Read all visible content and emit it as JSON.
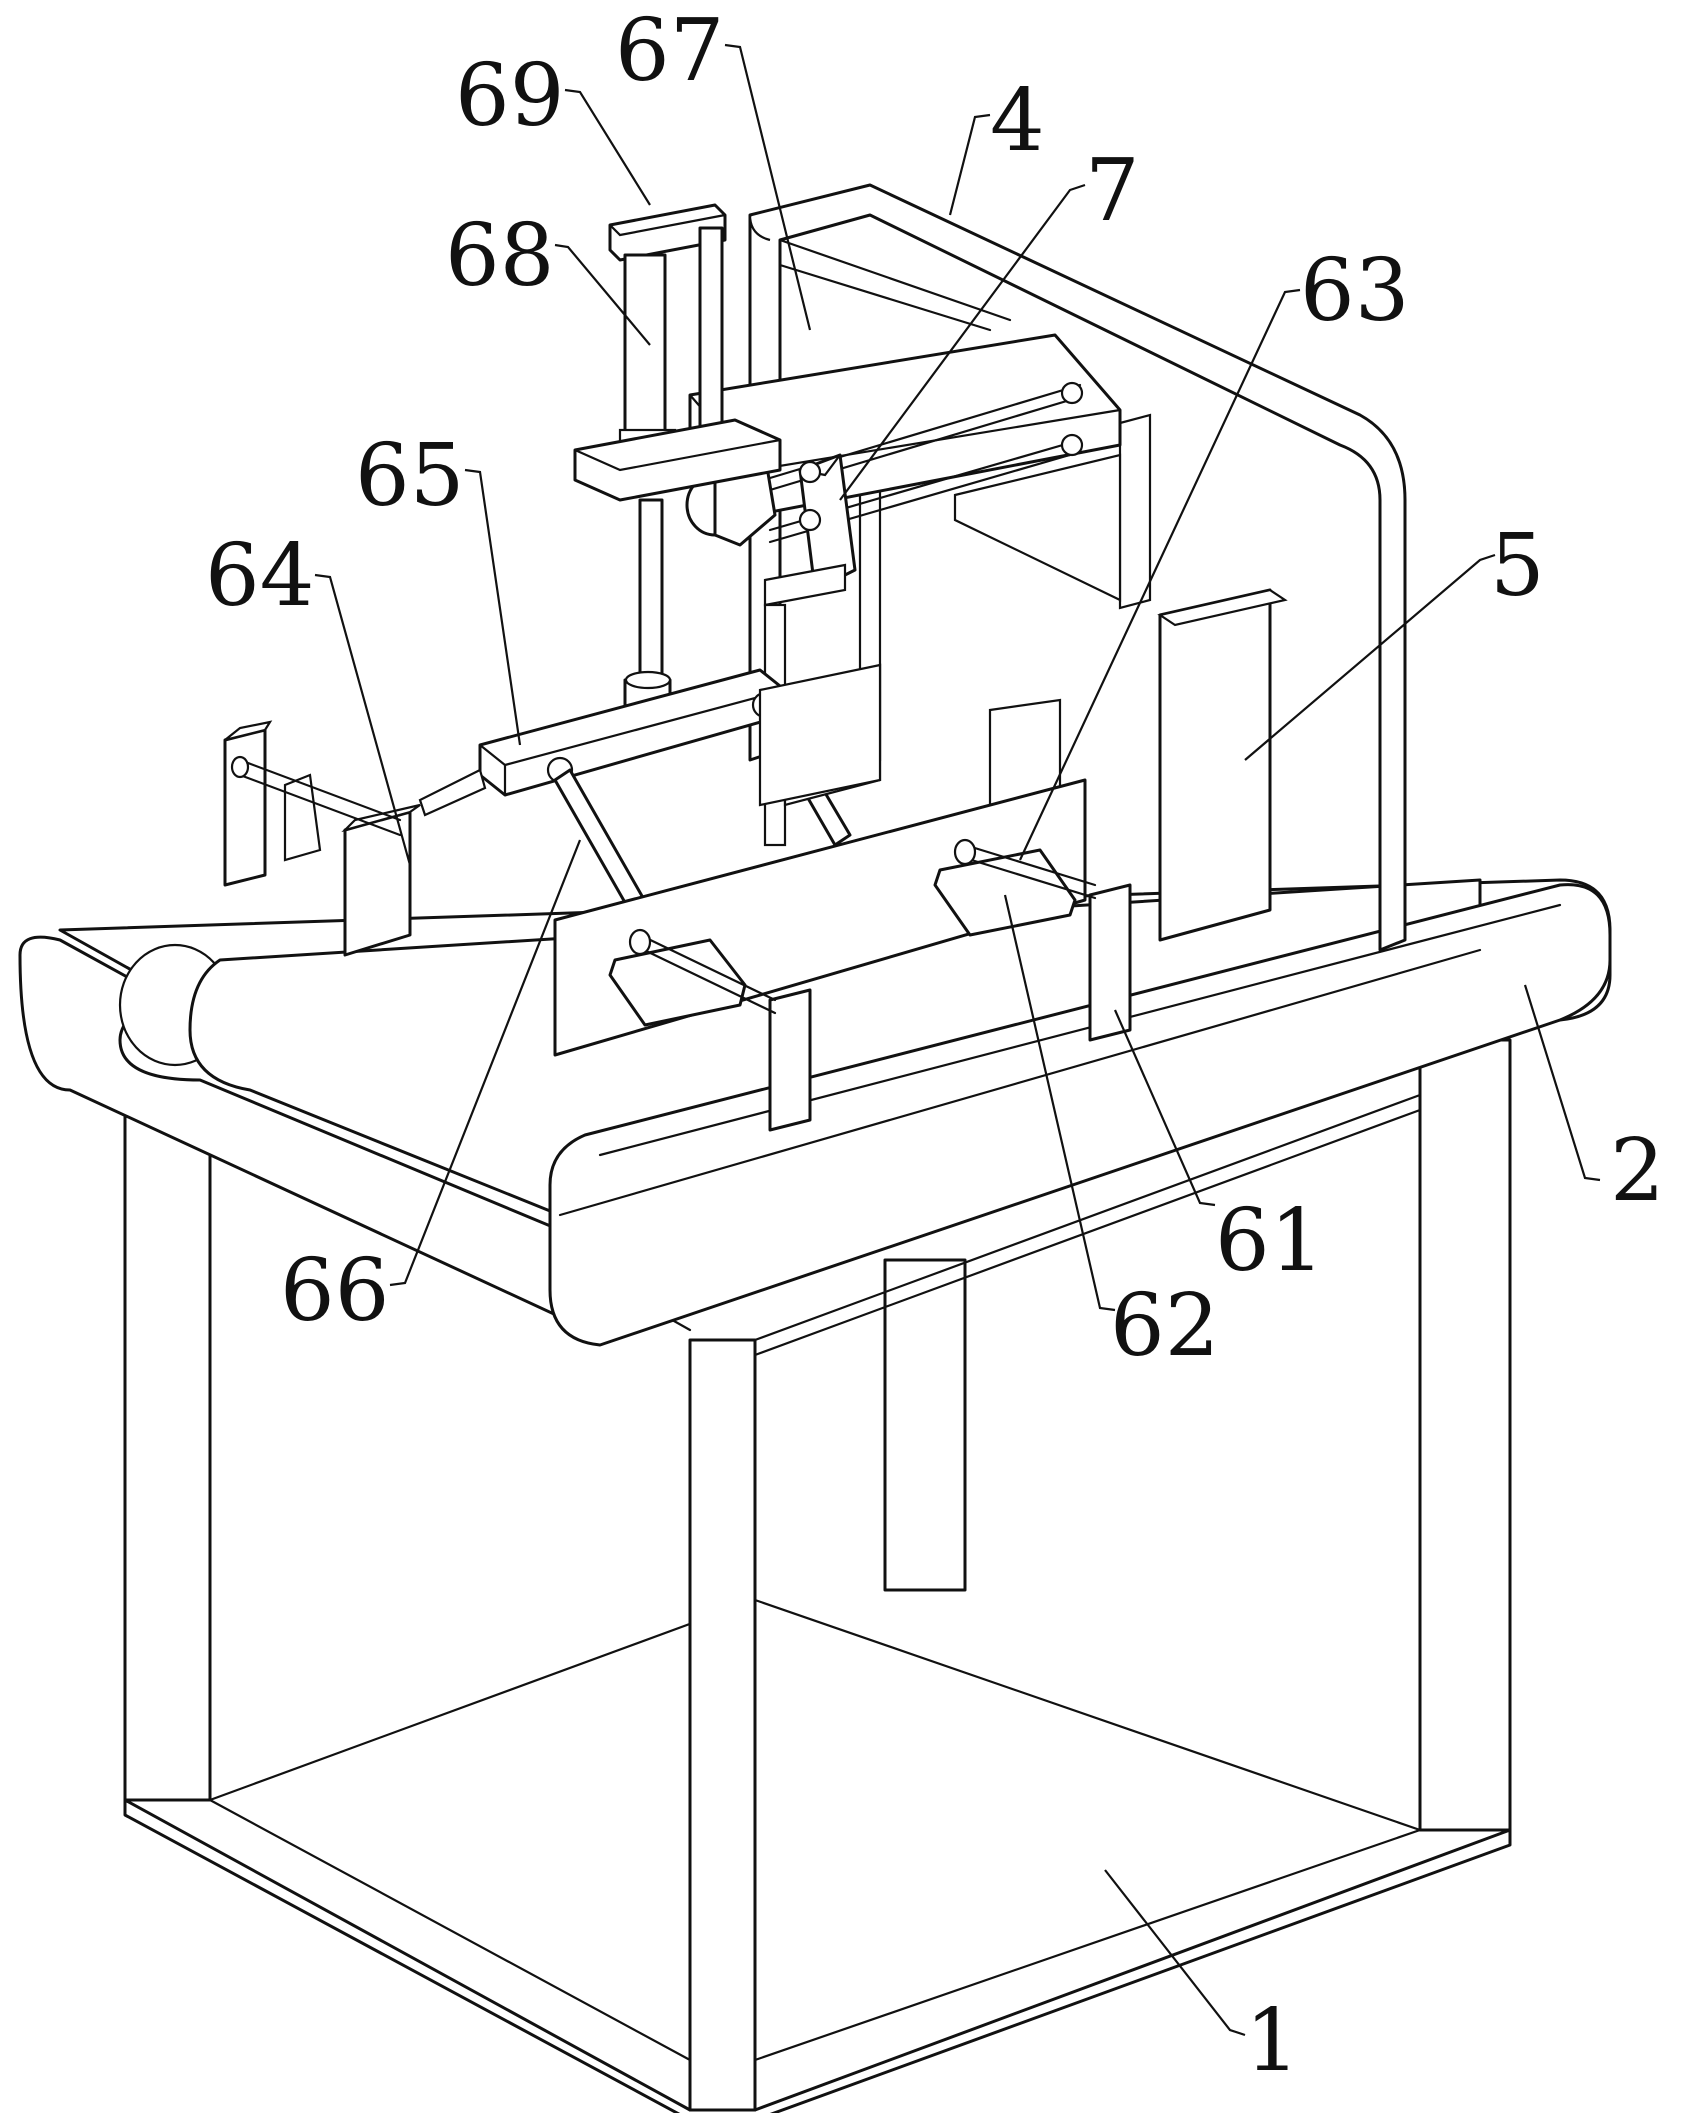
{
  "figure": {
    "type": "patent-mechanical-drawing",
    "line_color": "#111111",
    "background": "#ffffff"
  },
  "labels": {
    "l1": "1",
    "l2": "2",
    "l4": "4",
    "l5": "5",
    "l7": "7",
    "l61": "61",
    "l62": "62",
    "l63": "63",
    "l64": "64",
    "l65": "65",
    "l66": "66",
    "l67": "67",
    "l68": "68",
    "l69": "69"
  }
}
